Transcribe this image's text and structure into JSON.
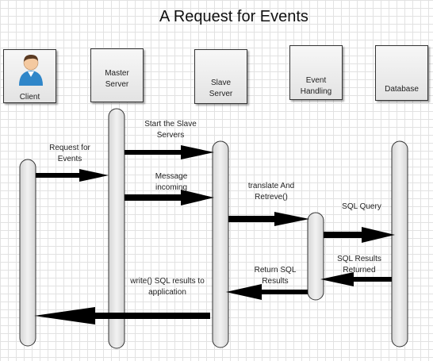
{
  "diagram": {
    "title": "A Request for Events",
    "participants": [
      {
        "id": "client",
        "label": "Client",
        "icon": "user-icon"
      },
      {
        "id": "master",
        "label": "Master\nServer"
      },
      {
        "id": "slave",
        "label": "Slave\nServer"
      },
      {
        "id": "event",
        "label": "Event\nHandling"
      },
      {
        "id": "database",
        "label": "Database"
      }
    ],
    "messages": [
      {
        "from": "master",
        "to": "slave",
        "label": "Start the Slave\nServers"
      },
      {
        "from": "client",
        "to": "master",
        "label": "Request for\nEvents"
      },
      {
        "from": "master",
        "to": "slave",
        "label": "Message\nincoming"
      },
      {
        "from": "slave",
        "to": "event",
        "label": "translate And\nRetreve()"
      },
      {
        "from": "event",
        "to": "database",
        "label": "SQL Query"
      },
      {
        "from": "database",
        "to": "event",
        "label": "SQL Results\nReturned"
      },
      {
        "from": "event",
        "to": "slave",
        "label": "Return SQL\nResults"
      },
      {
        "from": "slave",
        "to": "client",
        "label": "write() SQL results to\napplication"
      }
    ],
    "colors": {
      "arrow": "#000000",
      "box_border": "#333333",
      "lifeline_fill": "#e8e8e8"
    }
  }
}
